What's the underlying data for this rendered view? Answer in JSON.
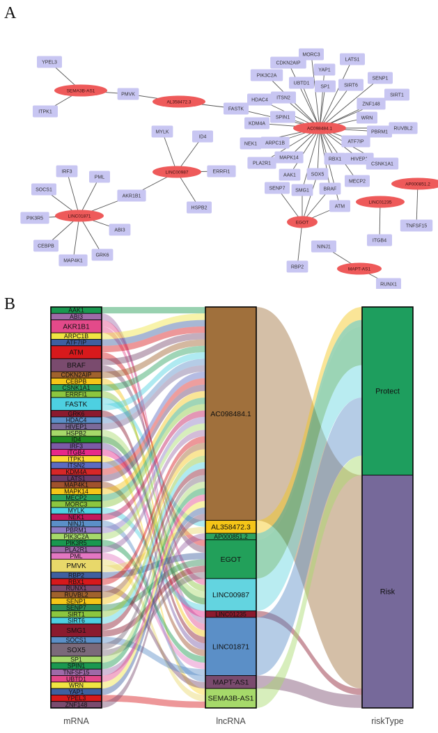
{
  "panels": {
    "a": "A",
    "b": "B"
  },
  "network": {
    "colors": {
      "lncrna": "#ee5a5a",
      "mrna": "#c8c6f2",
      "edge": "#555555"
    },
    "lncrnas": [
      "SEMA3B-AS1",
      "AL358472.3",
      "AC098484.1",
      "LINC00987",
      "LINC01871",
      "EGOT",
      "LINC01235",
      "AP000851.2",
      "MAPT-AS1"
    ],
    "mrnas": [
      "YPEL3",
      "ITPK1",
      "PMVK",
      "FASTK",
      "MORC3",
      "CDKN2AIP",
      "PIK3C2A",
      "UBTD1",
      "YAP1",
      "LATS1",
      "SENP1",
      "SP1",
      "SIRT6",
      "SIRT1",
      "ITSN2",
      "HDAC4",
      "ZNF148",
      "SPIN1",
      "WRN",
      "KDM4A",
      "RUVBL2",
      "PBRM1",
      "ATF7IP",
      "NEK1",
      "ARPC1B",
      "HIVEP1",
      "CSNK1A1",
      "MAPK14",
      "RBX1",
      "MECP2",
      "PLA2R1",
      "AAK1",
      "SOX5",
      "SENP7",
      "SMG1",
      "BRAF",
      "ATM",
      "MYLK",
      "ID4",
      "ERRFI1",
      "HSPB2",
      "AKR1B1",
      "IRF3",
      "PML",
      "SOCS1",
      "PIK3R5",
      "ABI3",
      "CEBPB",
      "GRK6",
      "MAP4K1",
      "TNFSF15",
      "ITGB4",
      "RBP2",
      "NINJ1",
      "RUNX1"
    ],
    "edges": [
      [
        "SEMA3B-AS1",
        "YPEL3"
      ],
      [
        "SEMA3B-AS1",
        "ITPK1"
      ],
      [
        "SEMA3B-AS1",
        "PMVK"
      ],
      [
        "AL358472.3",
        "PMVK"
      ],
      [
        "AL358472.3",
        "FASTK"
      ],
      [
        "AC098484.1",
        "FASTK"
      ],
      [
        "AC098484.1",
        "MORC3"
      ],
      [
        "AC098484.1",
        "CDKN2AIP"
      ],
      [
        "AC098484.1",
        "PIK3C2A"
      ],
      [
        "AC098484.1",
        "UBTD1"
      ],
      [
        "AC098484.1",
        "YAP1"
      ],
      [
        "AC098484.1",
        "LATS1"
      ],
      [
        "AC098484.1",
        "SENP1"
      ],
      [
        "AC098484.1",
        "SP1"
      ],
      [
        "AC098484.1",
        "SIRT6"
      ],
      [
        "AC098484.1",
        "SIRT1"
      ],
      [
        "AC098484.1",
        "ITSN2"
      ],
      [
        "AC098484.1",
        "HDAC4"
      ],
      [
        "AC098484.1",
        "ZNF148"
      ],
      [
        "AC098484.1",
        "SPIN1"
      ],
      [
        "AC098484.1",
        "WRN"
      ],
      [
        "AC098484.1",
        "KDM4A"
      ],
      [
        "AC098484.1",
        "RUVBL2"
      ],
      [
        "AC098484.1",
        "PBRM1"
      ],
      [
        "AC098484.1",
        "ATF7IP"
      ],
      [
        "AC098484.1",
        "NEK1"
      ],
      [
        "AC098484.1",
        "ARPC1B"
      ],
      [
        "AC098484.1",
        "HIVEP1"
      ],
      [
        "AC098484.1",
        "CSNK1A1"
      ],
      [
        "AC098484.1",
        "MAPK14"
      ],
      [
        "AC098484.1",
        "RBX1"
      ],
      [
        "AC098484.1",
        "MECP2"
      ],
      [
        "AC098484.1",
        "PLA2R1"
      ],
      [
        "AC098484.1",
        "AAK1"
      ],
      [
        "AC098484.1",
        "SOX5"
      ],
      [
        "AC098484.1",
        "SMG1"
      ],
      [
        "AC098484.1",
        "BRAF"
      ],
      [
        "AC098484.1",
        "ATM"
      ],
      [
        "EGOT",
        "SOX5"
      ],
      [
        "EGOT",
        "SENP7"
      ],
      [
        "EGOT",
        "SMG1"
      ],
      [
        "EGOT",
        "BRAF"
      ],
      [
        "EGOT",
        "ATM"
      ],
      [
        "EGOT",
        "RBP2"
      ],
      [
        "LINC00987",
        "MYLK"
      ],
      [
        "LINC00987",
        "ID4"
      ],
      [
        "LINC00987",
        "ERRFI1"
      ],
      [
        "LINC00987",
        "HSPB2"
      ],
      [
        "LINC00987",
        "AKR1B1"
      ],
      [
        "LINC01871",
        "AKR1B1"
      ],
      [
        "LINC01871",
        "IRF3"
      ],
      [
        "LINC01871",
        "PML"
      ],
      [
        "LINC01871",
        "SOCS1"
      ],
      [
        "LINC01871",
        "PIK3R5"
      ],
      [
        "LINC01871",
        "ABI3"
      ],
      [
        "LINC01871",
        "CEBPB"
      ],
      [
        "LINC01871",
        "GRK6"
      ],
      [
        "LINC01871",
        "MAP4K1"
      ],
      [
        "LINC01235",
        "ITGB4"
      ],
      [
        "AP000851.2",
        "TNFSF15"
      ],
      [
        "MAPT-AS1",
        "NINJ1"
      ],
      [
        "MAPT-AS1",
        "RUNX1"
      ]
    ]
  },
  "sankey": {
    "axis_labels": {
      "mrna": "mRNA",
      "lncrna": "lncRNA",
      "risk": "riskType"
    },
    "mrnas": [
      {
        "name": "AAK1",
        "color": "#1a9850"
      },
      {
        "name": "ABI3",
        "color": "#9e6aa8"
      },
      {
        "name": "AKR1B1",
        "color": "#e34a8a"
      },
      {
        "name": "ARPC1B",
        "color": "#f0e442"
      },
      {
        "name": "ATF7IP",
        "color": "#3f5f9f"
      },
      {
        "name": "ATM",
        "color": "#d7191c"
      },
      {
        "name": "BRAF",
        "color": "#7a4b6e"
      },
      {
        "name": "CDKN2AIP",
        "color": "#a0622d"
      },
      {
        "name": "CEBPB",
        "color": "#f5c518"
      },
      {
        "name": "CSNK1A1",
        "color": "#2ca25f"
      },
      {
        "name": "ERRFI1",
        "color": "#8cc63f"
      },
      {
        "name": "FASTK",
        "color": "#4dd0e1"
      },
      {
        "name": "GRK6",
        "color": "#8b1a2e"
      },
      {
        "name": "HDAC4",
        "color": "#5b8fc7"
      },
      {
        "name": "HIVEP1",
        "color": "#7b6a9a"
      },
      {
        "name": "HSPB2",
        "color": "#a6d96a"
      },
      {
        "name": "ID4",
        "color": "#228b22"
      },
      {
        "name": "IRF3",
        "color": "#7b5aa6"
      },
      {
        "name": "ITGB4",
        "color": "#e7298a"
      },
      {
        "name": "ITPK1",
        "color": "#fdd835"
      },
      {
        "name": "ITSN2",
        "color": "#5c6bc0"
      },
      {
        "name": "KDM4A",
        "color": "#d62728"
      },
      {
        "name": "LATS1",
        "color": "#6a3d6a"
      },
      {
        "name": "MAP4K1",
        "color": "#a0522d"
      },
      {
        "name": "MAPK14",
        "color": "#f5c518"
      },
      {
        "name": "MECP2",
        "color": "#2ca25f"
      },
      {
        "name": "MORC3",
        "color": "#8cc63f"
      },
      {
        "name": "MYLK",
        "color": "#4dd0e1"
      },
      {
        "name": "NEK1",
        "color": "#c2185b"
      },
      {
        "name": "NINJ1",
        "color": "#5b8fc7"
      },
      {
        "name": "PBRM1",
        "color": "#8e7cc3"
      },
      {
        "name": "PIK3C2A",
        "color": "#a6d96a"
      },
      {
        "name": "PIK3R5",
        "color": "#1a9850"
      },
      {
        "name": "PLA2R1",
        "color": "#9e6aa8"
      },
      {
        "name": "PML",
        "color": "#e377c2"
      },
      {
        "name": "PMVK",
        "color": "#e8d86a"
      },
      {
        "name": "RBP2",
        "color": "#3f5f9f"
      },
      {
        "name": "RBX1",
        "color": "#d7191c"
      },
      {
        "name": "RUNX1",
        "color": "#7a4b6e"
      },
      {
        "name": "RUVBL2",
        "color": "#a0622d"
      },
      {
        "name": "SENP1",
        "color": "#f5c518"
      },
      {
        "name": "SENP7",
        "color": "#2e8b57"
      },
      {
        "name": "SIRT1",
        "color": "#8cc63f"
      },
      {
        "name": "SIRT6",
        "color": "#4dd0e1"
      },
      {
        "name": "SMG1",
        "color": "#8b1a2e"
      },
      {
        "name": "SOCS1",
        "color": "#5b8fc7"
      },
      {
        "name": "SOX5",
        "color": "#7b6a7a"
      },
      {
        "name": "SP1",
        "color": "#a6d96a"
      },
      {
        "name": "SPIN1",
        "color": "#1a9850"
      },
      {
        "name": "TNFSF15",
        "color": "#9e6aa8"
      },
      {
        "name": "UBTD1",
        "color": "#e34a8a"
      },
      {
        "name": "WRN",
        "color": "#f0e442"
      },
      {
        "name": "YAP1",
        "color": "#3f5f9f"
      },
      {
        "name": "YPEL3",
        "color": "#d7191c"
      },
      {
        "name": "ZNF148",
        "color": "#7a4b6e"
      }
    ],
    "lncrnas": [
      {
        "name": "AC098484.1",
        "color": "#a0703c"
      },
      {
        "name": "AL358472.3",
        "color": "#f5c518"
      },
      {
        "name": "AP000851.2",
        "color": "#2ca25f"
      },
      {
        "name": "EGOT",
        "color": "#22a05a"
      },
      {
        "name": "LINC00987",
        "color": "#63d4e0"
      },
      {
        "name": "LINC01235",
        "color": "#8b1a2e"
      },
      {
        "name": "LINC01871",
        "color": "#5b8fc7"
      },
      {
        "name": "MAPT-AS1",
        "color": "#7a4b6e"
      },
      {
        "name": "SEMA3B-AS1",
        "color": "#a6d96a"
      }
    ],
    "risks": [
      {
        "name": "Protect",
        "color": "#1e9e5e"
      },
      {
        "name": "Risk",
        "color": "#76699a"
      }
    ],
    "lnc_risk": {
      "AC098484.1": "Risk",
      "AL358472.3": "Protect",
      "AP000851.2": "Protect",
      "EGOT": "Protect",
      "LINC00987": "Protect",
      "LINC01235": "Risk",
      "LINC01871": "Protect",
      "MAPT-AS1": "Risk",
      "SEMA3B-AS1": "Protect"
    }
  }
}
